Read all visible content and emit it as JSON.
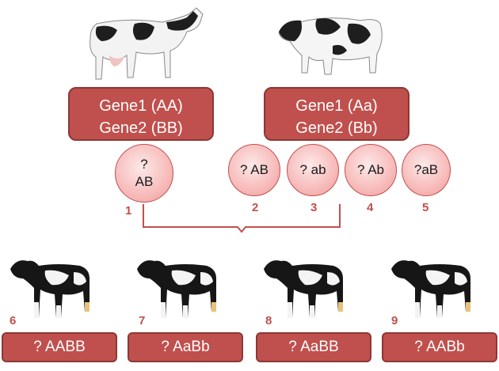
{
  "parents": {
    "mother": {
      "gene1": "Gene1 (AA)",
      "gene2": "Gene2 (BB)",
      "icon": "holstein-cow-icon"
    },
    "father": {
      "gene1": "Gene1 (Aa)",
      "gene2": "Gene2 (Bb)",
      "icon": "holstein-bull-icon"
    }
  },
  "gametes": [
    {
      "number": "1",
      "line1": "?",
      "line2": "AB"
    },
    {
      "number": "2",
      "label": "? AB"
    },
    {
      "number": "3",
      "label": "? ab"
    },
    {
      "number": "4",
      "label": "? Ab"
    },
    {
      "number": "5",
      "label": "?aB"
    }
  ],
  "calves": [
    {
      "number": "6",
      "label": "? AABB",
      "icon": "calf-icon"
    },
    {
      "number": "7",
      "label": "? AaBb",
      "icon": "calf-icon"
    },
    {
      "number": "8",
      "label": "? AaBB",
      "icon": "calf-icon"
    },
    {
      "number": "9",
      "label": "? AABb",
      "icon": "calf-icon"
    }
  ],
  "colors": {
    "box": "#c0504d",
    "circle": "#f6b7b6",
    "number": "#c0504d",
    "bracket": "#c0504d"
  }
}
